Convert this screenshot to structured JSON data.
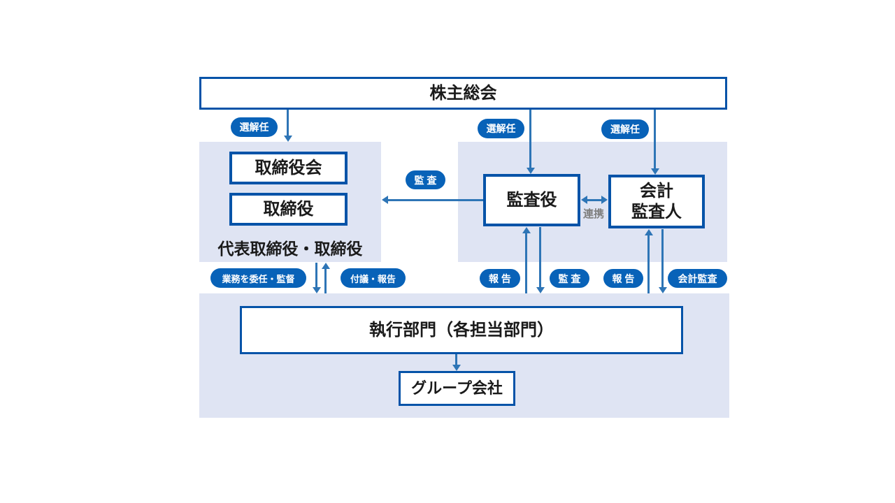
{
  "colors": {
    "box_border": "#0553a8",
    "pill_bg": "#0862b8",
    "arrow": "#2e75b6",
    "panel_bg": "#dfe4f3",
    "text_dark": "#1a1a1a",
    "cooperation_gray": "#7f7f7f"
  },
  "boxes": {
    "shareholders": {
      "label": "株主総会"
    },
    "board_of_directors": {
      "label": "取締役会"
    },
    "directors": {
      "label": "取締役"
    },
    "representative_directors": {
      "label": "代表取締役・取締役"
    },
    "audit_officers": {
      "label": "監査役"
    },
    "accounting_auditor": {
      "line1": "会計",
      "line2": "監査人"
    },
    "executive_division": {
      "label": "執行部門（各担当部門）"
    },
    "group_companies": {
      "label": "グループ会社"
    }
  },
  "pills": {
    "appointment_left": "選解任",
    "appointment_middle": "選解任",
    "appointment_right": "選解任",
    "audit_to_directors": "監 査",
    "delegate_supervise": "業務を委任・監督",
    "submit_report": "付議・報告",
    "report_to_audit_officer": "報 告",
    "audit_executive": "監 査",
    "report_to_accounting_auditor": "報 告",
    "accounting_audit": "会計監査"
  },
  "annotations": {
    "cooperation": "連携"
  }
}
